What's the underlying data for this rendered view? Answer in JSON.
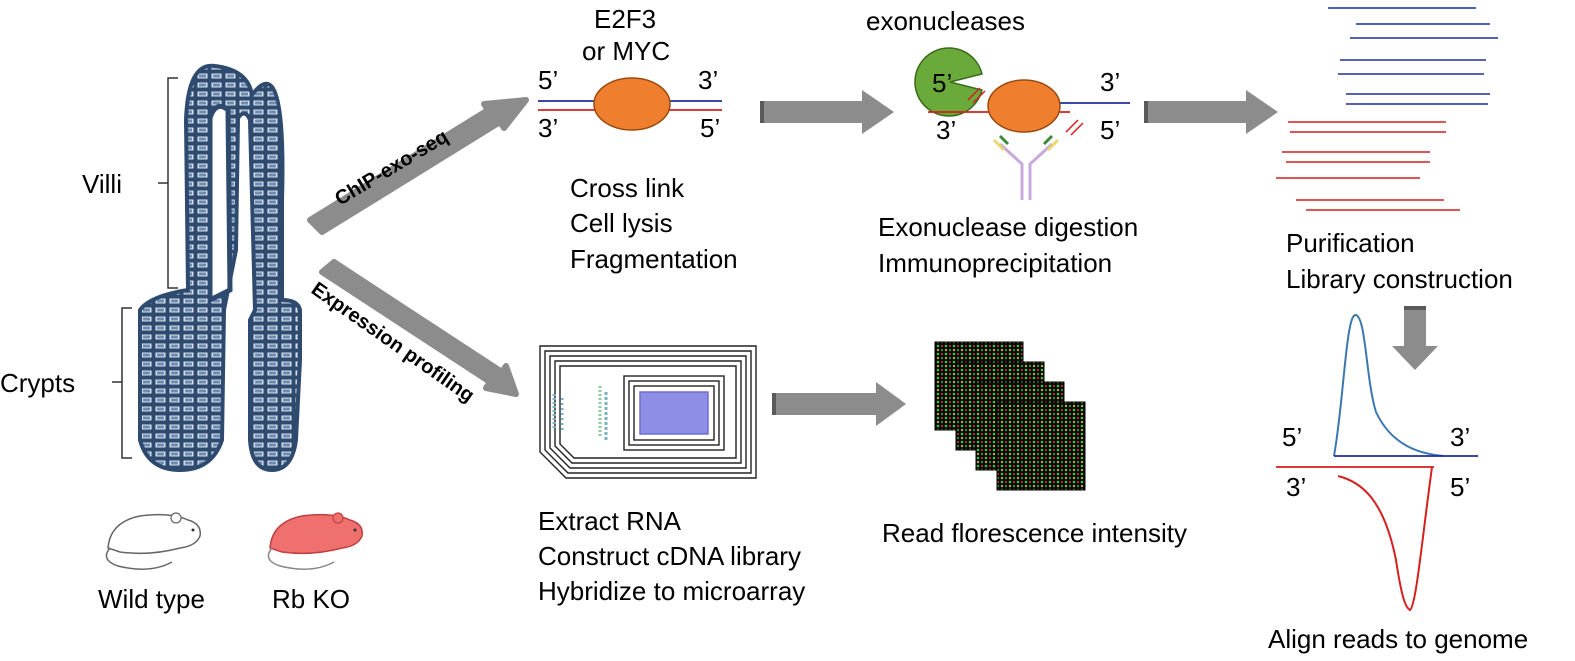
{
  "intestine": {
    "villi_label": "Villi",
    "crypts_label": "Crypts"
  },
  "mice": {
    "wild_type": "Wild type",
    "rb_ko": "Rb KO"
  },
  "branches": {
    "chip": "ChIP-exo-seq",
    "expression": "Expression profiling"
  },
  "chip_step1": {
    "protein": [
      "E2F3",
      "or MYC"
    ],
    "strand_top_left": "5’",
    "strand_top_right": "3’",
    "strand_bottom_left": "3’",
    "strand_bottom_right": "5’",
    "steps": [
      "Cross link",
      "Cell lysis",
      "Fragmentation"
    ]
  },
  "chip_step2": {
    "enzyme": "exonucleases",
    "enzyme_5": "5’",
    "strand_top_right": "3’",
    "strand_bottom_left": "3’",
    "strand_bottom_right": "5’",
    "steps": [
      "Exonuclease digestion",
      "Immunoprecipitation"
    ]
  },
  "chip_step3": {
    "steps": [
      "Purification",
      "Library construction"
    ]
  },
  "chip_step4": {
    "top_left": "5’",
    "top_right": "3’",
    "bottom_left": "3’",
    "bottom_right": "5’",
    "caption": "Align reads to genome"
  },
  "expr_step1": {
    "steps": [
      "Extract RNA",
      "Construct cDNA library",
      "Hybridize to microarray"
    ]
  },
  "expr_step2": {
    "caption": "Read florescence intensity"
  },
  "colors": {
    "intestine": "#2e4a6e",
    "arrow": "#8c8c8c",
    "protein": "#ef7f2f",
    "exonuclease": "#6aaa3a",
    "strand_blue": "#1f2f9a",
    "strand_red": "#d61f1f",
    "peak_blue": "#3b78b0",
    "mouse_ko": "#f07070"
  }
}
